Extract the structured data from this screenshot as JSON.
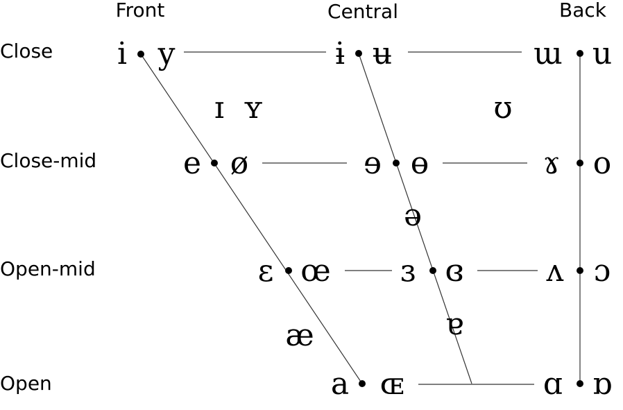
{
  "columns": {
    "front": "Front",
    "central": "Central",
    "back": "Back"
  },
  "rows": {
    "close": "Close",
    "close_mid": "Close-mid",
    "open_mid": "Open-mid",
    "open": "Open"
  },
  "vowels": {
    "close_front_u": "i",
    "close_front_r": "y",
    "close_central_u": "ɨ",
    "close_central_r": "ʉ",
    "close_back_u": "ɯ",
    "close_back_r": "u",
    "near_close_front_u": "ɪ",
    "near_close_front_r": "ʏ",
    "near_close_back_r": "ʊ",
    "close_mid_front_u": "e",
    "close_mid_front_r": "ø",
    "close_mid_central_u": "ɘ",
    "close_mid_central_r": "ɵ",
    "close_mid_back_u": "ɤ",
    "close_mid_back_r": "o",
    "mid_central": "ə",
    "open_mid_front_u": "ɛ",
    "open_mid_front_r": "œ",
    "open_mid_central_u": "ɜ",
    "open_mid_central_r": "ɞ",
    "open_mid_back_u": "ʌ",
    "open_mid_back_r": "ɔ",
    "near_open_front": "æ",
    "near_open_central": "ɐ",
    "open_front_u": "a",
    "open_front_r": "ɶ",
    "open_back_u": "ɑ",
    "open_back_r": "ɒ"
  }
}
